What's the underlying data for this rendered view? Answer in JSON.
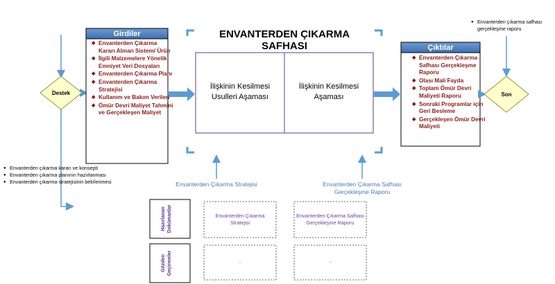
{
  "title": "ENVANTERDEN ÇIKARMA SAFHASI",
  "inputs": {
    "header": "Girdiler",
    "items": [
      "Envanterden Çıkarma Kararı Alınan Sistem/ Ürün",
      "İlgili Malzemelere Yönelik Emniyet Veri Dosyaları",
      "Envanterden Çıkarma Planı",
      "Envanterden Çıkarma Stratejisi",
      "Kullanım ve Bakım Verileri",
      "Ömür Devri Maliyet Tahmini ve Gerçekleşen Maliyet"
    ]
  },
  "outputs": {
    "header": "Çıktılar",
    "items": [
      "Envanterden Çıkarma Safhası Gerçekleşme Raporu",
      "Olası Mali Fayda",
      "Toplam Ömür Devri Maliyeti Raporu",
      "Sonraki Programlar için Geri Besleme",
      "Gerçekleşen Ömür Devri Maliyeti"
    ]
  },
  "support": {
    "label": "Destek"
  },
  "end": {
    "label": "Son"
  },
  "process": {
    "left": "İlişkinin Kesilmesi Usulleri Aşaması",
    "right": "İlişkinin Kesilmesi Aşaması"
  },
  "left_notes": [
    "Envanterden çıkarma kararı ve konsepti",
    "Envanterden çıkarma planının hazırlanması",
    "Envanterden çıkarma stratejisinin belirlenmesi"
  ],
  "top_right_note": "Envanterden çıkarma safhası gerçekleşme raporu",
  "callouts": {
    "strategy": "Envanterden Çıkarma Stratejisi",
    "report": "Envanterden Çıkarma Safhası Gerçekleşme Raporu"
  },
  "table": {
    "row1_label": "Hazırlanan Dokümanlar",
    "row2_label": "Gözden Geçirmeler",
    "row1_cells": [
      "Envanterden Çıkarma Stratejisi",
      "Envanterden Çıkarma Safhası Gerçekleşme Raporu"
    ],
    "row2_cells": [
      "-",
      "-"
    ]
  },
  "colors": {
    "header_blue": "#4f81bd",
    "red_text": "#8b1a1a",
    "purple": "#7a5aa6",
    "diamond": "#ffffcc",
    "arrow_blue": "#5b9bd5"
  }
}
